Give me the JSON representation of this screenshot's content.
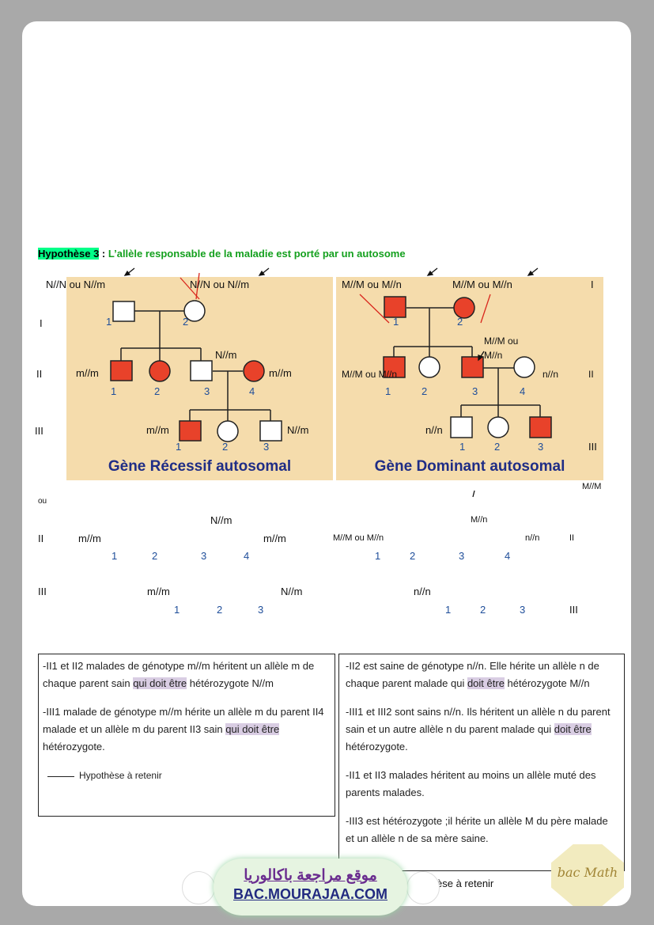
{
  "hypothesis": {
    "label": "Hypothèse 3",
    "separator": " : ",
    "text": "L’allèle responsable de la maladie est porté par un autosome"
  },
  "recessive": {
    "title": "Gène Récessif autosomal",
    "genotype_I1": "N//N ou N//m",
    "genotype_I2": "N//N ou N//m",
    "gen_I": "I",
    "gen_II": "II",
    "gen_III": "III",
    "genotype_II3": "N//m",
    "genotype_II1": "m//m",
    "genotype_II4": "m//m",
    "genotype_III1": "m//m",
    "genotype_III3": "N//m",
    "I_nums": [
      "1",
      "2"
    ],
    "II_nums": [
      "1",
      "2",
      "3",
      "4"
    ],
    "III_nums": [
      "1",
      "2",
      "3"
    ]
  },
  "dominant": {
    "title": "Gène Dominant autosomal",
    "genotype_I1": "M//M ou M//n",
    "genotype_I2": "M//M ou M//n",
    "genotype_II3": "M//M ou M//n",
    "genotype_II1": "M//M ou M//n",
    "genotype_II4": "n//n",
    "genotype_III1": "n//n",
    "gen_I": "I",
    "gen_II": "II",
    "gen_III": "III",
    "I_nums": [
      "1",
      "2"
    ],
    "II_nums": [
      "1",
      "2",
      "3",
      "4"
    ],
    "III_nums": [
      "1",
      "2",
      "3"
    ]
  },
  "below": {
    "ou": "ou",
    "N_m": "N//m",
    "M_n": "M//n",
    "M_M": "M//M",
    "II": "II",
    "III": "III",
    "mm": "m//m",
    "MM_ou_Mn": "M//M ou M//n",
    "nn": "n//n",
    "nums4": [
      "1",
      "2",
      "3",
      "4"
    ],
    "nums3": [
      "1",
      "2",
      "3"
    ]
  },
  "left_box": {
    "p1_pre": "-II1 et II2 malades de génotype m//m héritent un allèle m de chaque parent sain ",
    "p1_mark": "qui doit être",
    "p1_post": " hétérozygote N//m",
    "p2_pre": "-III1 malade de génotype m//m hérite un allèle m du parent II4 malade et un allèle m du parent II3 sain ",
    "p2_mark": "qui doit être",
    "p2_post": " hétérozygote.",
    "retain": "Hypothèse à retenir"
  },
  "right_box": {
    "p1_pre": "-II2 est saine de génotype n//n. Elle hérite un allèle n de chaque parent malade qui ",
    "p1_mark": "doit être",
    "p1_post": " hétérozygote M//n",
    "p2_pre": "-III1 et III2 sont sains n//n. Ils héritent un allèle n du parent sain et un autre allèle n du parent malade qui ",
    "p2_mark": "doit être",
    "p2_post": " hétérozygote.",
    "p3": "-II1 et II3 malades héritent au moins un allèle muté des parents malades.",
    "p4": "-III3 est hétérozygote ;il hérite un allèle M du père malade et un allèle n de sa mère saine.",
    "retain": "èse à retenir"
  },
  "banner": {
    "arabic": "موقع مراجعة باكالوريا",
    "url": "BAC.MOURAJAA.COM"
  },
  "corner_logo": "bac Math",
  "colors": {
    "affected": "#e8422a",
    "panel": "#f5dcac",
    "title": "#1f2d86",
    "highlight": "#00ff88"
  }
}
